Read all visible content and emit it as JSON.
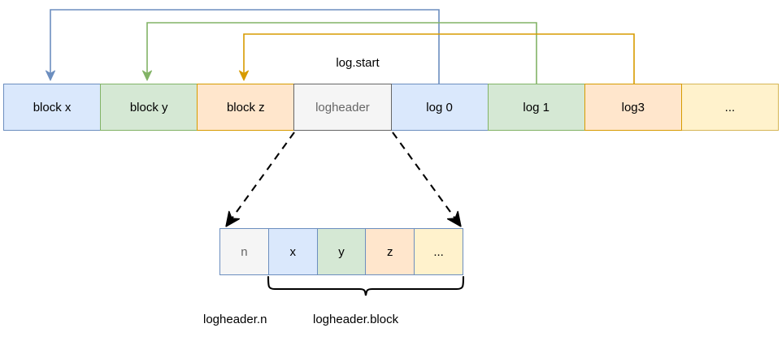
{
  "diagram": {
    "title_label": "log.start",
    "memory_row": {
      "name": "memory-layout-row",
      "cells": [
        {
          "label": "block x",
          "color": "blue",
          "fill": "#dae8fc",
          "stroke": "#6c8ebf"
        },
        {
          "label": "block y",
          "color": "green",
          "fill": "#d5e8d4",
          "stroke": "#82b366"
        },
        {
          "label": "block z",
          "color": "orange",
          "fill": "#ffe6cc",
          "stroke": "#d79b00"
        },
        {
          "label": "logheader",
          "color": "gray",
          "fill": "#f5f5f5",
          "stroke": "#666666"
        },
        {
          "label": "log 0",
          "color": "blue",
          "fill": "#dae8fc",
          "stroke": "#6c8ebf"
        },
        {
          "label": "log 1",
          "color": "green",
          "fill": "#d5e8d4",
          "stroke": "#82b366"
        },
        {
          "label": "log3",
          "color": "orange",
          "fill": "#ffe6cc",
          "stroke": "#d79b00"
        },
        {
          "label": "...",
          "color": "yellow",
          "fill": "#fff2cc",
          "stroke": "#d6b656"
        }
      ]
    },
    "detail_row": {
      "name": "logheader-detail-row",
      "cells": [
        {
          "label": "n",
          "color": "gray",
          "fill": "#f5f5f5",
          "stroke": "#666666"
        },
        {
          "label": "x",
          "color": "blue",
          "fill": "#dae8fc",
          "stroke": "#6c8ebf"
        },
        {
          "label": "y",
          "color": "green",
          "fill": "#d5e8d4",
          "stroke": "#82b366"
        },
        {
          "label": "z",
          "color": "orange",
          "fill": "#ffe6cc",
          "stroke": "#d79b00"
        },
        {
          "label": "...",
          "color": "yellow",
          "fill": "#fff2cc",
          "stroke": "#d6b656"
        }
      ]
    },
    "annotations": {
      "logheader_n": "logheader.n",
      "logheader_block": "logheader.block"
    },
    "connectors": [
      {
        "name": "log0-to-blockx",
        "color": "#6c8ebf",
        "from": "log 0",
        "to": "block x"
      },
      {
        "name": "log1-to-blocky",
        "color": "#82b366",
        "from": "log 1",
        "to": "block y"
      },
      {
        "name": "log3-to-blockz",
        "color": "#d79b00",
        "from": "log3",
        "to": "block z"
      }
    ],
    "expansion_links": {
      "name": "logheader-expansion",
      "style": "dashed",
      "color": "#000000"
    }
  }
}
